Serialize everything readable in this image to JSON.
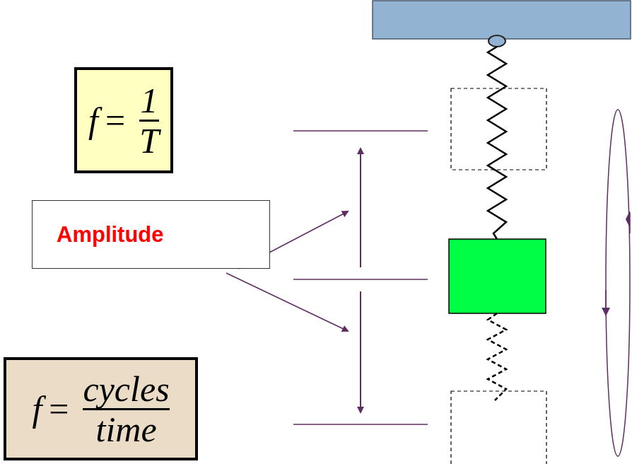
{
  "diagram": {
    "nodes": [
      {
        "text": [
          "f",
          "=",
          "1",
          "T"
        ]
      },
      {
        "text": [
          "Amplitude"
        ]
      },
      {
        "text": [
          "f",
          "=",
          "cycles",
          "time"
        ]
      }
    ]
  }
}
